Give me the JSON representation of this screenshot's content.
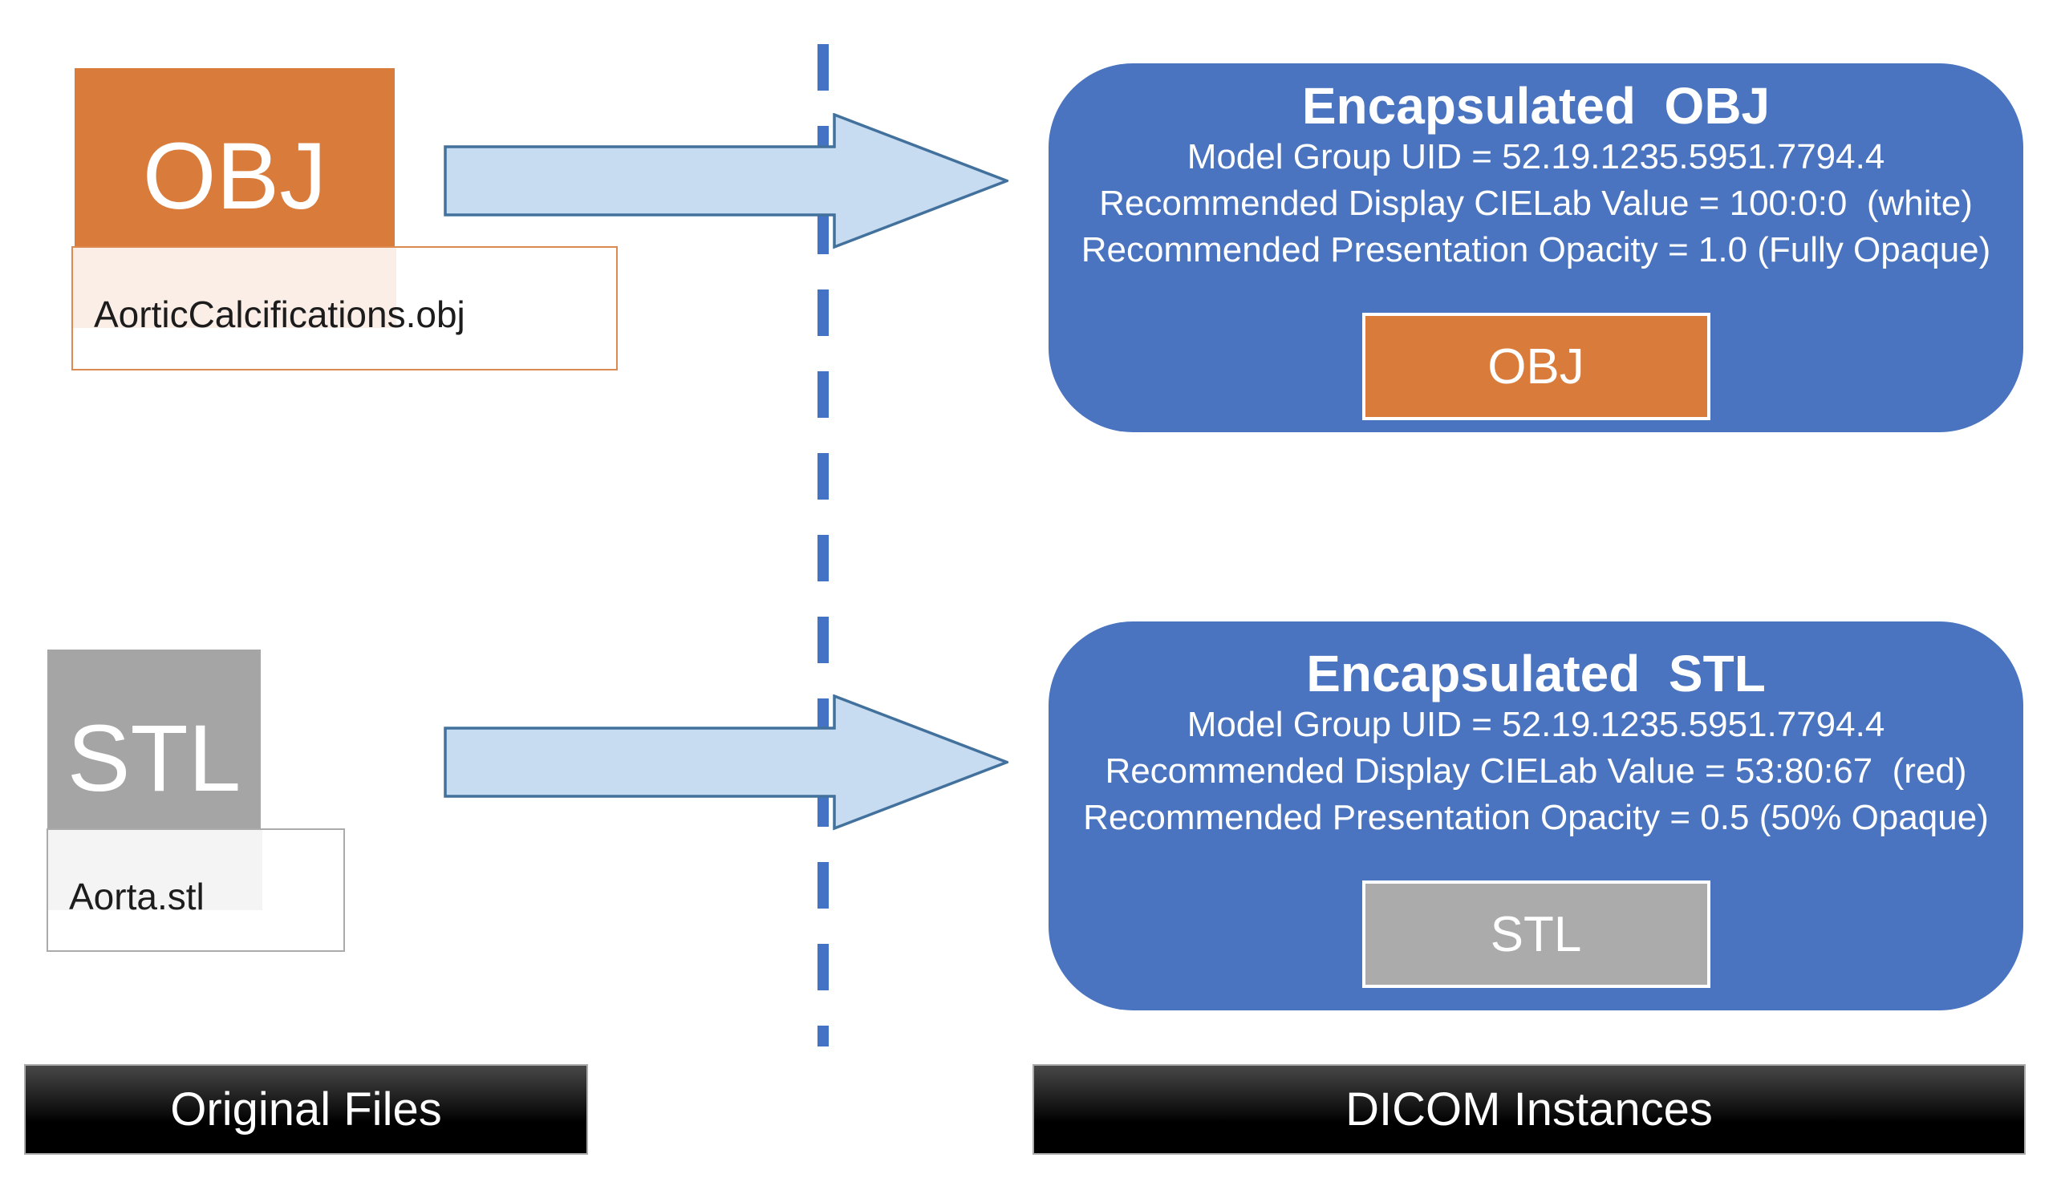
{
  "colors": {
    "orange": "#D97B3B",
    "orange_border": "#DD8A52",
    "gray_icon": "#A5A5A5",
    "gray_border": "#ABABAB",
    "panel_blue": "#4A73C0",
    "dash_blue": "#4472C4",
    "arrow_fill": "#C7DBF1",
    "arrow_stroke": "#41719C",
    "tint_obj": "#FAEEE6",
    "tint_stl": "#F4F4F4"
  },
  "left": {
    "obj": {
      "icon_label": "OBJ",
      "file_name": "AorticCalcifications.obj"
    },
    "stl": {
      "icon_label": "STL",
      "file_name": "Aorta.stl"
    },
    "footer": "Original Files"
  },
  "right": {
    "obj": {
      "title": "Encapsulated  OBJ",
      "lines": [
        "Model Group UID = 52.19.1235.5951.7794.4",
        "Recommended Display CIELab Value = 100:0:0  (white)",
        "Recommended Presentation Opacity = 1.0 (Fully Opaque)"
      ],
      "chip_label": "OBJ"
    },
    "stl": {
      "title": "Encapsulated  STL",
      "lines": [
        "Model Group UID = 52.19.1235.5951.7794.4",
        "Recommended Display CIELab Value = 53:80:67  (red)",
        "Recommended Presentation Opacity = 0.5 (50% Opaque)"
      ],
      "chip_label": "STL"
    },
    "footer": "DICOM Instances"
  }
}
